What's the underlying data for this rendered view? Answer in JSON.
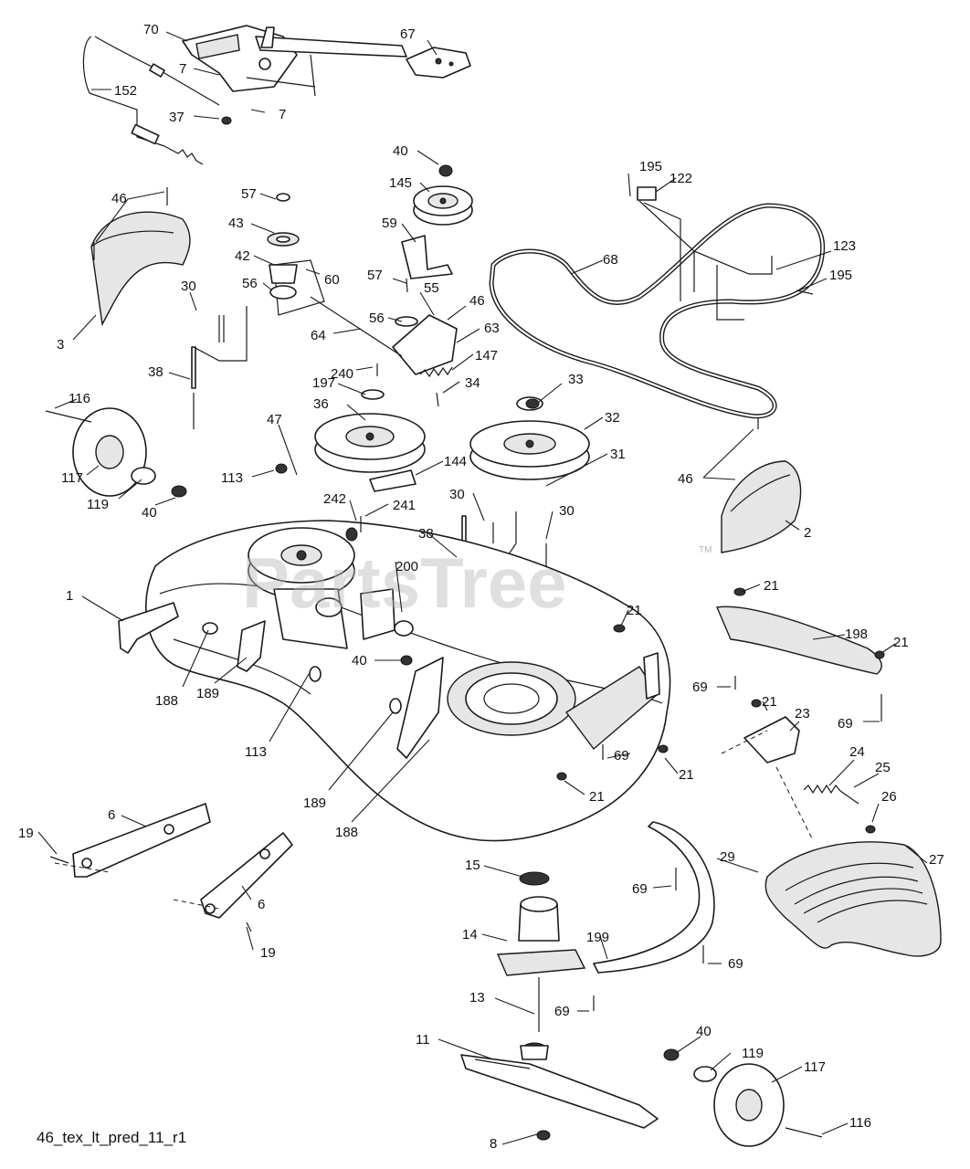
{
  "diagram_code": "46_tex_lt_pred_11_r1",
  "watermark": {
    "text": "PartsTree",
    "trademark": "TM"
  },
  "callouts": [
    "70",
    "67",
    "7",
    "152",
    "37",
    "7",
    "40",
    "145",
    "195",
    "122",
    "46",
    "57",
    "43",
    "59",
    "42",
    "60",
    "56",
    "57",
    "68",
    "123",
    "195",
    "55",
    "46",
    "56",
    "64",
    "63",
    "3",
    "30",
    "240",
    "147",
    "38",
    "197",
    "34",
    "33",
    "36",
    "32",
    "116",
    "47",
    "144",
    "31",
    "46",
    "113",
    "242",
    "241",
    "30",
    "117",
    "119",
    "40",
    "30",
    "38",
    "2",
    "200",
    "1",
    "21",
    "21",
    "198",
    "21",
    "40",
    "188",
    "189",
    "69",
    "21",
    "23",
    "69",
    "113",
    "69",
    "24",
    "25",
    "189",
    "21",
    "21",
    "26",
    "188",
    "6",
    "19",
    "29",
    "27",
    "15",
    "69",
    "6",
    "19",
    "14",
    "199",
    "69",
    "13",
    "69",
    "11",
    "40",
    "119",
    "117",
    "8",
    "116"
  ]
}
